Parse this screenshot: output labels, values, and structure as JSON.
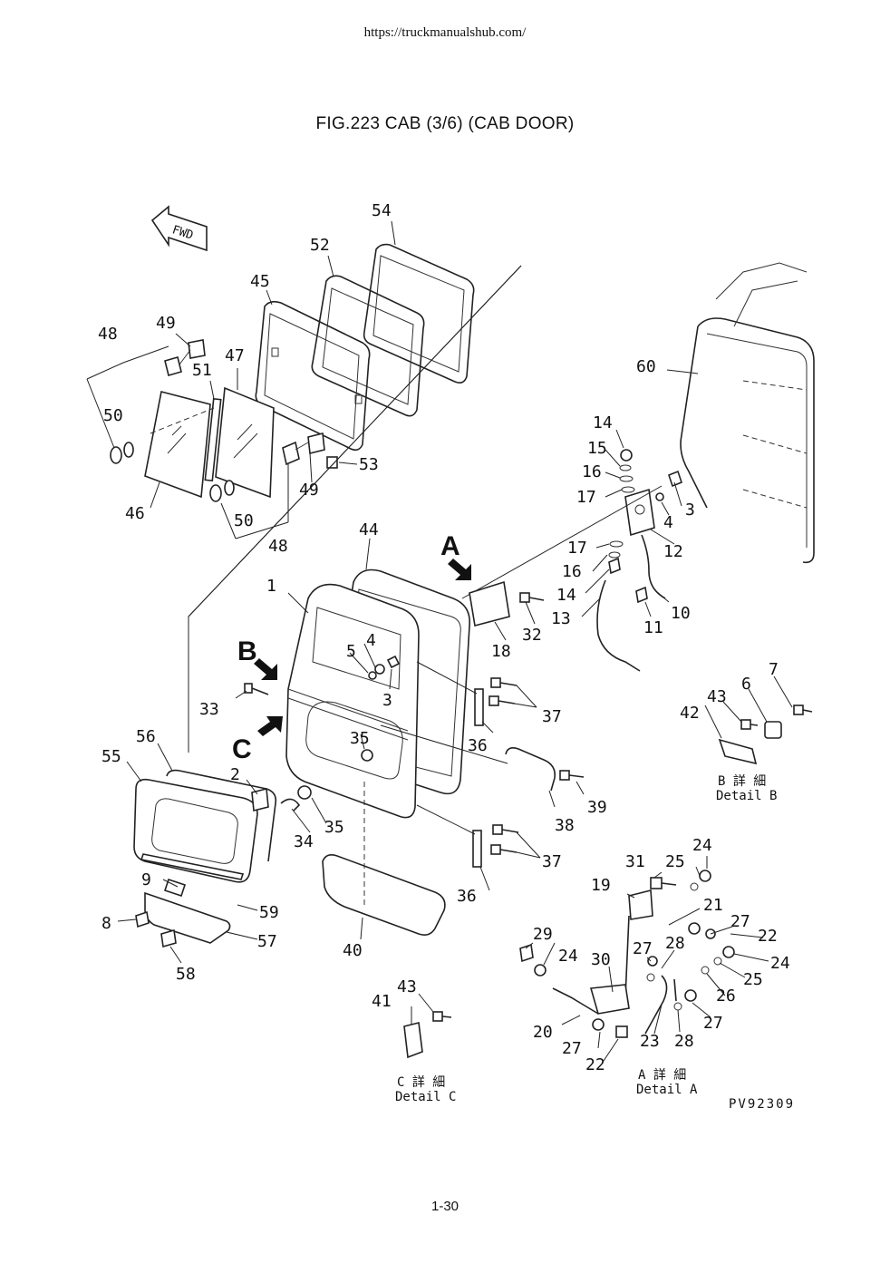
{
  "header": {
    "url": "https://truckmanualshub.com/"
  },
  "figure": {
    "title": "FIG.223 CAB (3/6) (CAB DOOR)",
    "code": "PV92309"
  },
  "page": {
    "number": "1-30"
  },
  "direction_marker": "FWD",
  "views": {
    "A": "A",
    "B": "B",
    "C": "C"
  },
  "details": {
    "A": {
      "jp": "A 詳 細",
      "en": "Detail A"
    },
    "B": {
      "jp": "B 詳 細",
      "en": "Detail B"
    },
    "C": {
      "jp": "C 詳 細",
      "en": "Detail C"
    }
  },
  "callouts": {
    "c1": "1",
    "c2": "2",
    "c3a": "3",
    "c3b": "3",
    "c4a": "4",
    "c4b": "4",
    "c5": "5",
    "c6": "6",
    "c7": "7",
    "c8": "8",
    "c9": "9",
    "c10": "10",
    "c11": "11",
    "c12": "12",
    "c13": "13",
    "c14a": "14",
    "c14b": "14",
    "c15": "15",
    "c16a": "16",
    "c16b": "16",
    "c17a": "17",
    "c17b": "17",
    "c18": "18",
    "c19": "19",
    "c20": "20",
    "c21": "21",
    "c22a": "22",
    "c22b": "22",
    "c23": "23",
    "c24a": "24",
    "c24b": "24",
    "c24c": "24",
    "c25a": "25",
    "c25b": "25",
    "c26": "26",
    "c27a": "27",
    "c27b": "27",
    "c27c": "27",
    "c27d": "27",
    "c28a": "28",
    "c28b": "28",
    "c29": "29",
    "c30": "30",
    "c31": "31",
    "c32": "32",
    "c33": "33",
    "c34": "34",
    "c35a": "35",
    "c35b": "35",
    "c36a": "36",
    "c36b": "36",
    "c37a": "37",
    "c37b": "37",
    "c38": "38",
    "c39": "39",
    "c40": "40",
    "c41": "41",
    "c42": "42",
    "c43a": "43",
    "c43b": "43",
    "c44": "44",
    "c45": "45",
    "c46": "46",
    "c47": "47",
    "c48a": "48",
    "c48b": "48",
    "c49a": "49",
    "c49b": "49",
    "c50a": "50",
    "c50b": "50",
    "c51": "51",
    "c52": "52",
    "c53": "53",
    "c54": "54",
    "c55": "55",
    "c56": "56",
    "c57": "57",
    "c58": "58",
    "c59": "59",
    "c60": "60"
  }
}
